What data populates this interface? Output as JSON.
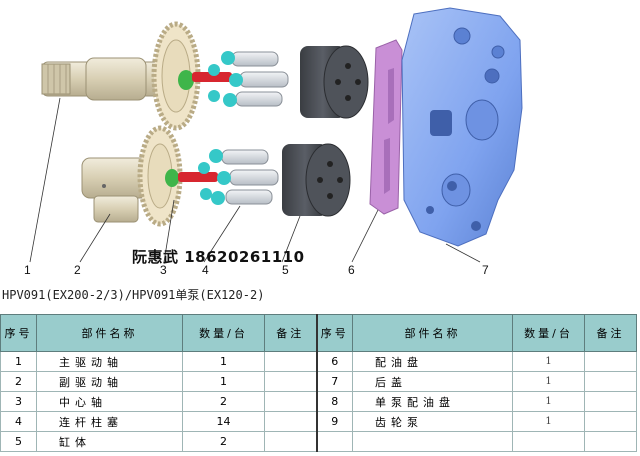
{
  "watermark": "阮惠武  18620261110",
  "model_line": "HPV091(EX200-2/3)/HPV091单泵(EX120-2)",
  "callouts": [
    "1",
    "2",
    "3",
    "4",
    "5",
    "6",
    "7"
  ],
  "table": {
    "headers": {
      "seq": "序号",
      "name": "部件名称",
      "qty": "数量/台",
      "note": "备注"
    },
    "left_rows": [
      {
        "seq": "1",
        "name": "主驱动轴",
        "qty": "1",
        "note": ""
      },
      {
        "seq": "2",
        "name": "副驱动轴",
        "qty": "1",
        "note": ""
      },
      {
        "seq": "3",
        "name": "中心轴",
        "qty": "2",
        "note": ""
      },
      {
        "seq": "4",
        "name": "连杆柱塞",
        "qty": "14",
        "note": ""
      },
      {
        "seq": "5",
        "name": "缸体",
        "qty": "2",
        "note": ""
      }
    ],
    "right_rows": [
      {
        "seq": "6",
        "name": "配油盘",
        "qty": "1",
        "note": ""
      },
      {
        "seq": "7",
        "name": "后盖",
        "qty": "1",
        "note": ""
      },
      {
        "seq": "8",
        "name": "单泵配油盘",
        "qty": "1",
        "note": ""
      },
      {
        "seq": "9",
        "name": "齿轮泵",
        "qty": "1",
        "note": ""
      },
      {
        "seq": "",
        "name": "",
        "qty": "",
        "note": ""
      }
    ]
  },
  "colors": {
    "header_bg": "#99cccc",
    "housing": "#7fa3ef",
    "plate": "#c98fd6",
    "cylinder": "#4a4e55",
    "gear": "#efe4c8",
    "shaft": "#ddd4b8",
    "piston_cap": "#35c8c8",
    "piston_body": "#d9dde2"
  }
}
